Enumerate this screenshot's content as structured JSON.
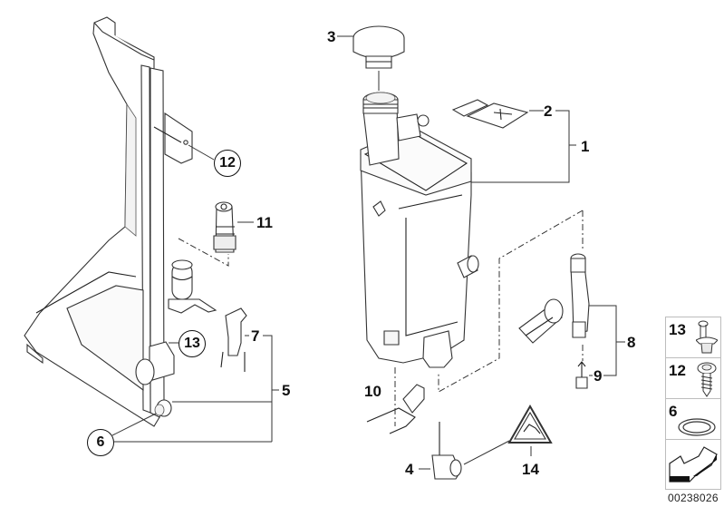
{
  "diagram": {
    "title": "Expansion tank / coolant reservoir parts diagram",
    "document_number": "00238026",
    "callouts": [
      {
        "id": "1",
        "label": "1",
        "style": "plain"
      },
      {
        "id": "2",
        "label": "2",
        "style": "plain"
      },
      {
        "id": "3",
        "label": "3",
        "style": "plain"
      },
      {
        "id": "4",
        "label": "4",
        "style": "plain"
      },
      {
        "id": "5",
        "label": "5",
        "style": "plain"
      },
      {
        "id": "6",
        "label": "6",
        "style": "circled"
      },
      {
        "id": "7",
        "label": "7",
        "style": "plain"
      },
      {
        "id": "8",
        "label": "8",
        "style": "plain"
      },
      {
        "id": "9",
        "label": "9",
        "style": "plain"
      },
      {
        "id": "10",
        "label": "10",
        "style": "plain"
      },
      {
        "id": "11",
        "label": "11",
        "style": "plain"
      },
      {
        "id": "12",
        "label": "12",
        "style": "circled"
      },
      {
        "id": "13",
        "label": "13",
        "style": "circled"
      },
      {
        "id": "14",
        "label": "14",
        "style": "plain"
      }
    ],
    "legend": [
      {
        "number": "13",
        "icon": "expanding-rivet-icon"
      },
      {
        "number": "12",
        "icon": "self-tapping-screw-icon"
      },
      {
        "number": "6",
        "icon": "o-ring-icon"
      },
      {
        "number": "",
        "icon": "direction-arrow-icon"
      }
    ]
  }
}
